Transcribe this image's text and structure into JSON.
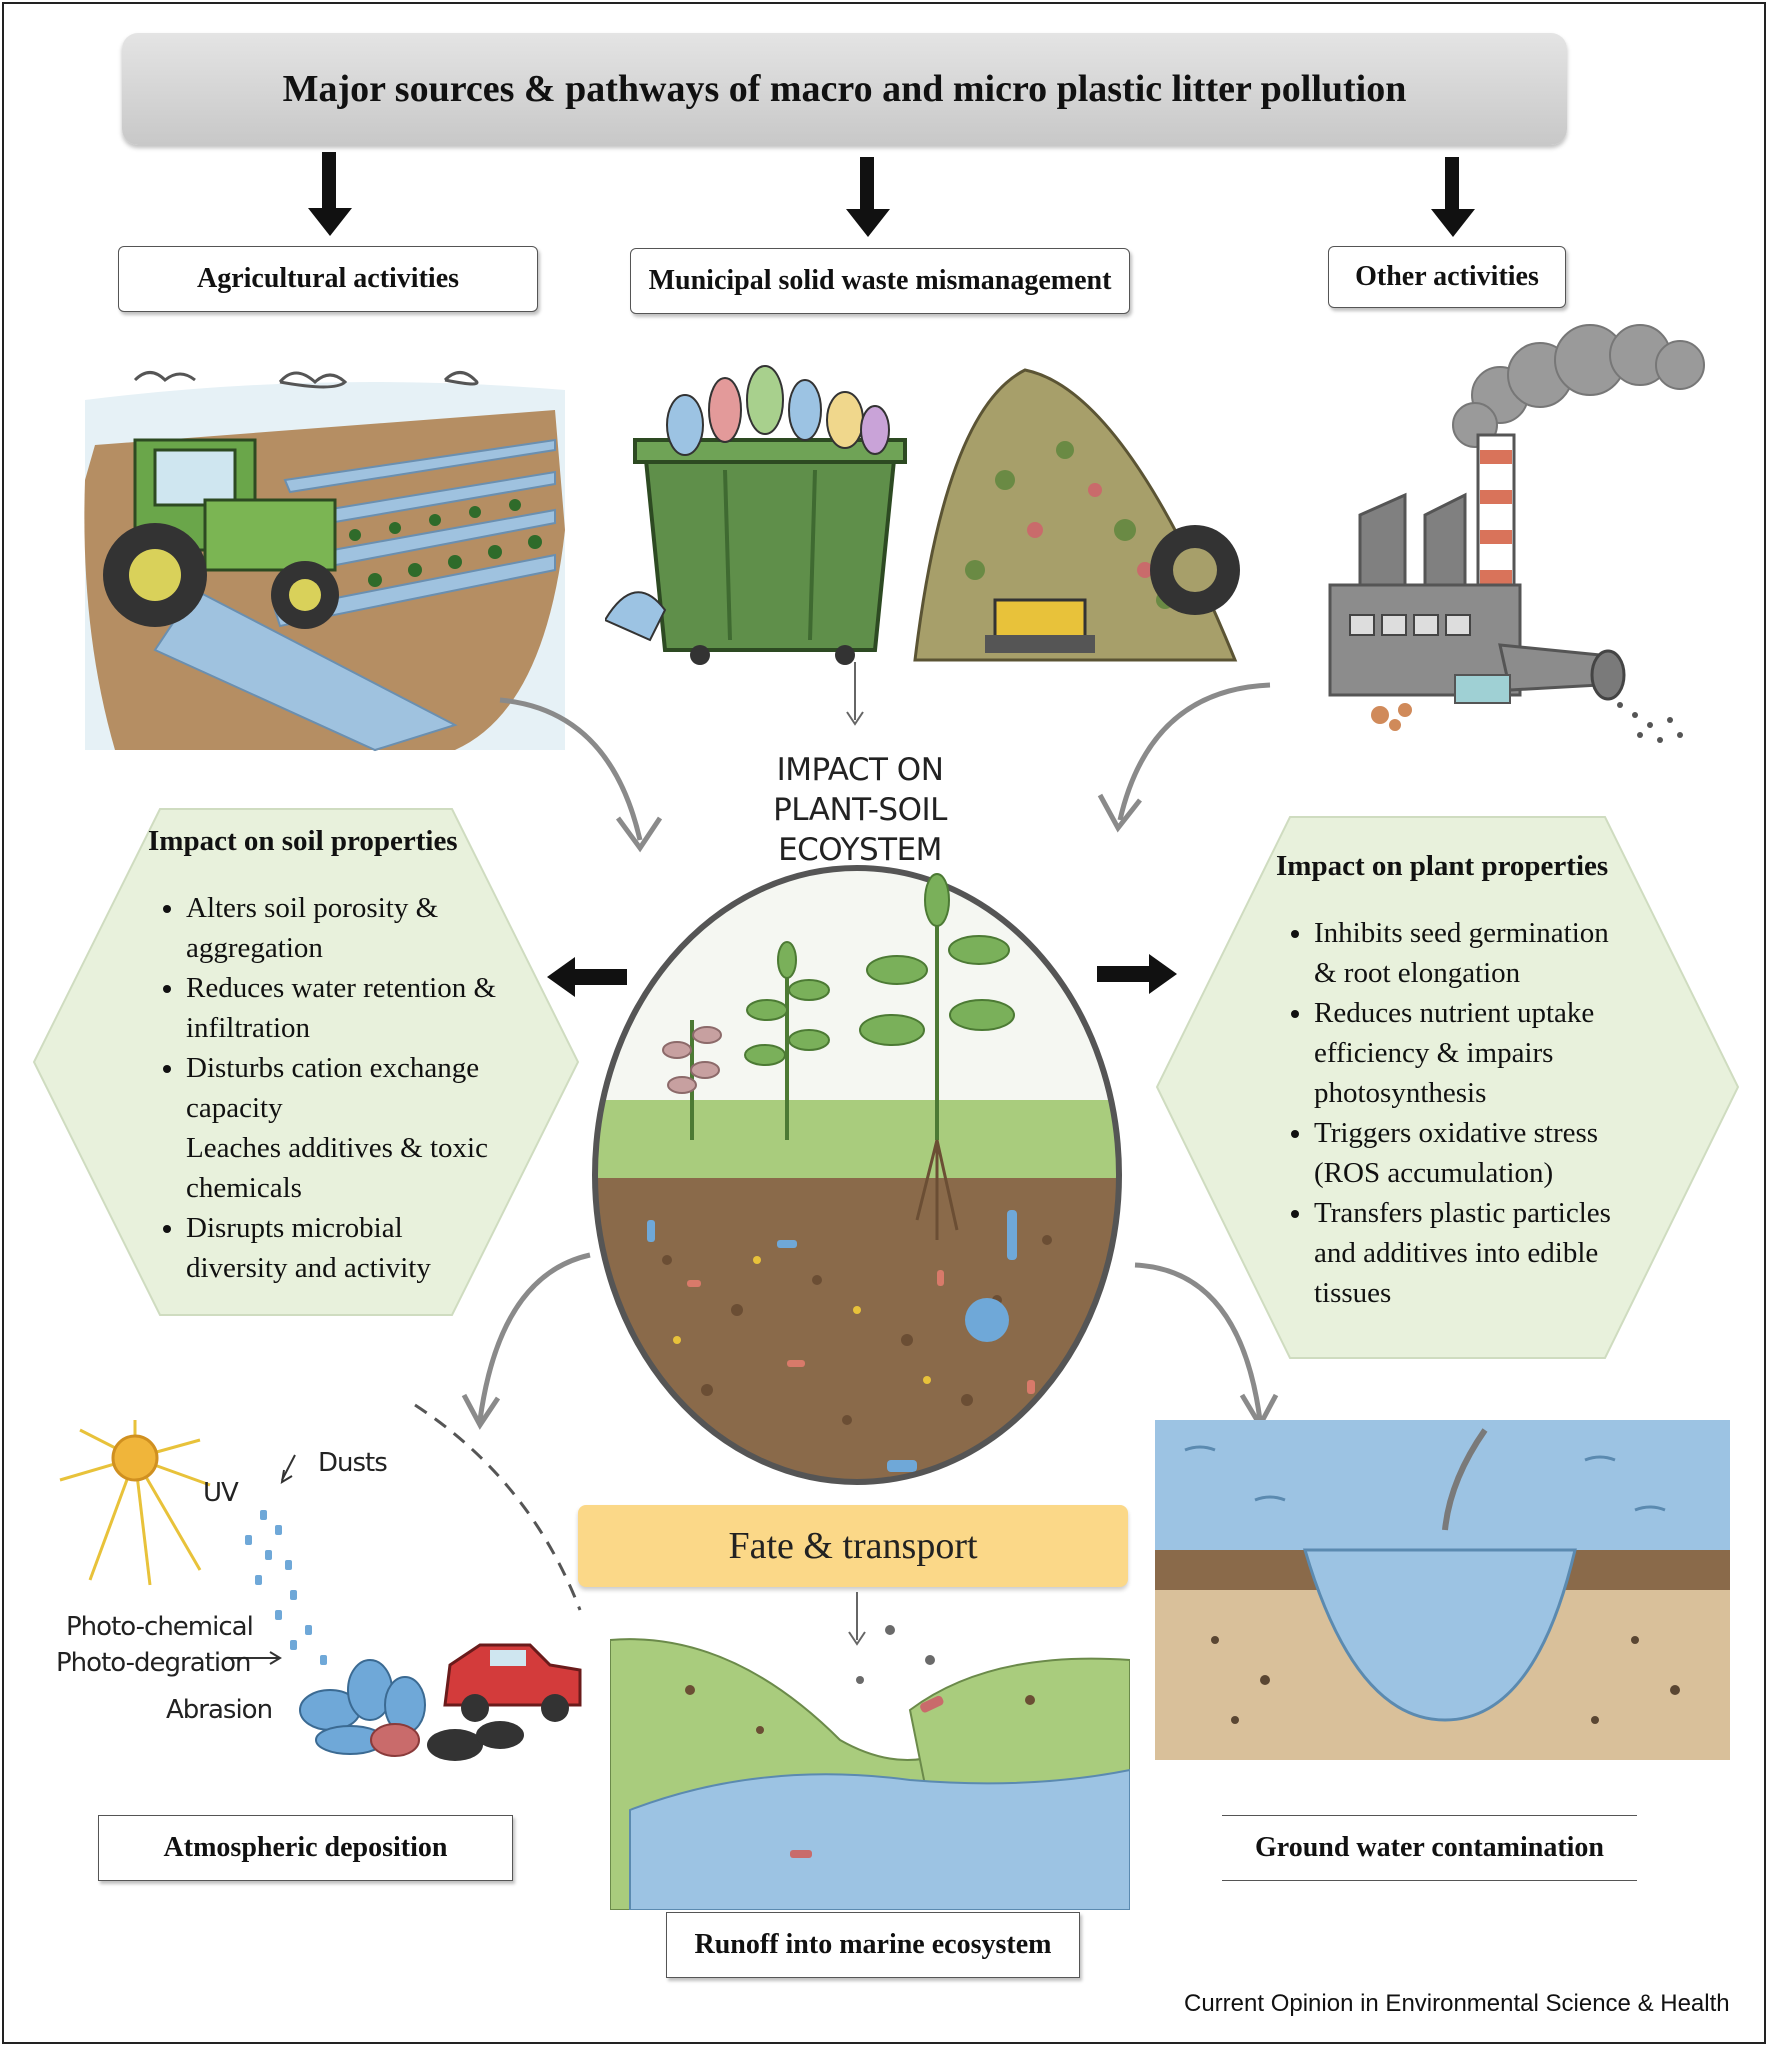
{
  "title": "Major sources & pathways of macro and micro plastic litter pollution",
  "sources": [
    {
      "label": "Agricultural activities"
    },
    {
      "label": "Municipal solid waste mismanagement"
    },
    {
      "label": "Other activities"
    }
  ],
  "center": {
    "title_line1": "IMPACT ON",
    "title_line2": "PLANT-SOIL ECOYSTEM"
  },
  "soil_panel": {
    "title": "Impact on soil properties",
    "items": [
      "Alters soil porosity & aggregation",
      "Reduces water retention & infiltration",
      "Disturbs cation exchange capacity",
      "Leaches additives & toxic chemicals",
      "Disrupts microbial diversity and activity"
    ]
  },
  "plant_panel": {
    "title": "Impact on plant properties",
    "items": [
      "Inhibits seed germination & root elongation",
      "Reduces nutrient uptake efficiency & impairs photosynthesis",
      "Triggers oxidative stress (ROS accumulation)",
      "Transfers plastic particles and additives into edible tissues"
    ]
  },
  "fate": {
    "label": "Fate & transport"
  },
  "atmo": {
    "uv": "UV",
    "dusts": "Dusts",
    "photo_chemical": "Photo-chemical",
    "photo_degration": "Photo-degration",
    "abrasion": "Abrasion"
  },
  "pathways": [
    {
      "label": "Atmospheric deposition"
    },
    {
      "label": "Runoff into marine ecosystem"
    },
    {
      "label": "Ground water contamination"
    }
  ],
  "credit": "Current Opinion in Environmental Science & Health",
  "colors": {
    "hex_fill": "#e8f1dc",
    "fate_fill": "#fbd888",
    "banner_fill": "#d6d6d6",
    "dumpster": "#5f8f4a",
    "water": "#9cc3e3",
    "soil": "#8a6a4a"
  }
}
